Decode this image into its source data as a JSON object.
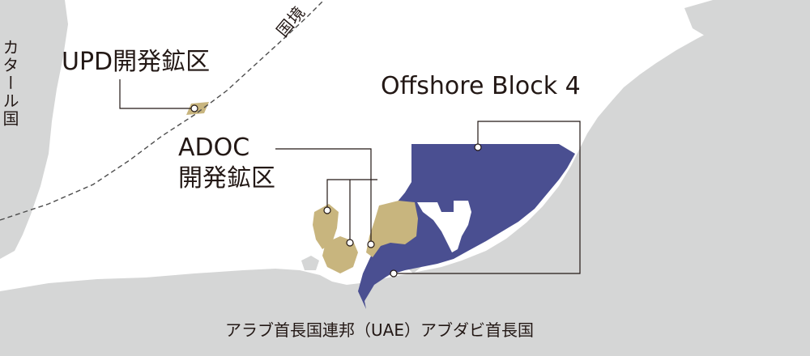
{
  "colors": {
    "land": "#d5d6d6",
    "sea": "#ffffff",
    "offshore_block": "#4a4f91",
    "adoc_fields": "#c8b57e",
    "leader_line": "#231815",
    "border_line": "#4d4d4d"
  },
  "labels": {
    "qatar": "カタール国",
    "border": "国境",
    "upd": "UPD開発鉱区",
    "adoc_line1": "ADOC",
    "adoc_line2": "開発鉱区",
    "offshore_block": "Offshore Block 4",
    "uae": "アラブ首長国連邦（UAE）アブダビ首長国"
  }
}
